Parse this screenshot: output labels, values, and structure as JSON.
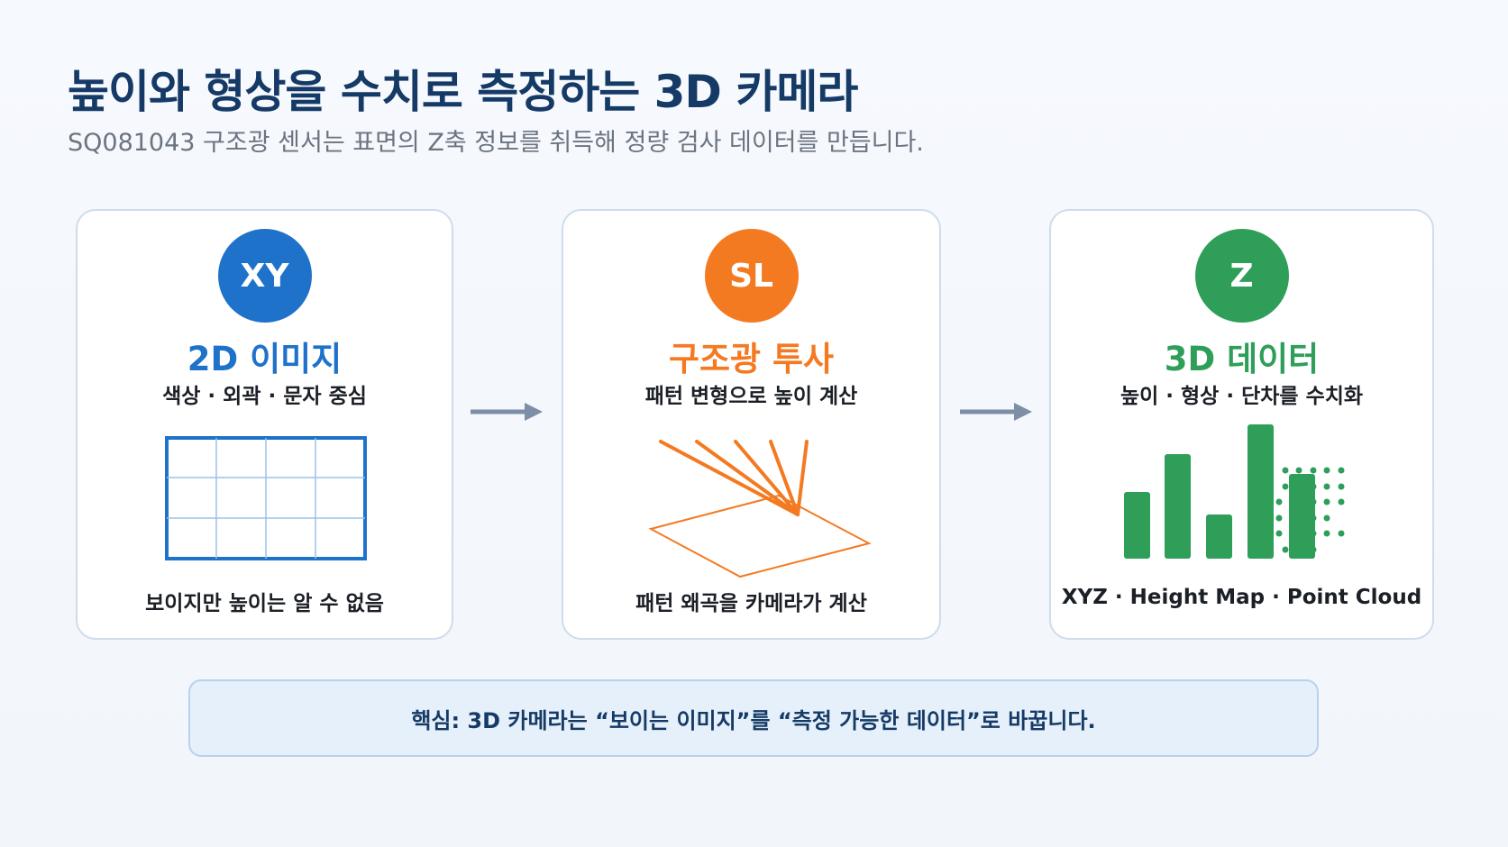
{
  "header": {
    "title": "높이와 형상을 수치로 측정하는 3D 카메라",
    "subtitle": "SQ081043 구조광 센서는 표면의 Z축 정보를 취득해 정량 검사 데이터를 만듭니다."
  },
  "cards": [
    {
      "badge": "XY",
      "title": "2D 이미지",
      "subtitle": "색상 · 외곽 · 문자 중심",
      "footer": "보이지만 높이는 알 수 없음",
      "accent": "#1f72c9"
    },
    {
      "badge": "SL",
      "title": "구조광 투사",
      "subtitle": "패턴 변형으로 높이 계산",
      "footer": "패턴 왜곡을 카메라가 계산",
      "accent": "#f47a22"
    },
    {
      "badge": "Z",
      "title": "3D 데이터",
      "subtitle": "높이 · 형상 · 단차를 수치화",
      "footer": "XYZ · Height Map · Point Cloud",
      "accent": "#2e9e59"
    }
  ],
  "key_message": "핵심: 3D 카메라는 “보이는 이미지”를 “측정 가능한 데이터”로 바꿉니다.",
  "colors": {
    "title": "#163a66",
    "arrow": "#7d8ea6",
    "key_box_bg": "#e5f0fb",
    "key_box_border": "#b7d1ee"
  },
  "icons": {
    "flow_arrow": "arrow-right-icon",
    "grid": "grid-image-icon",
    "projection": "structured-light-projection-icon",
    "bars": "height-bars-icon",
    "points": "point-cloud-icon"
  }
}
